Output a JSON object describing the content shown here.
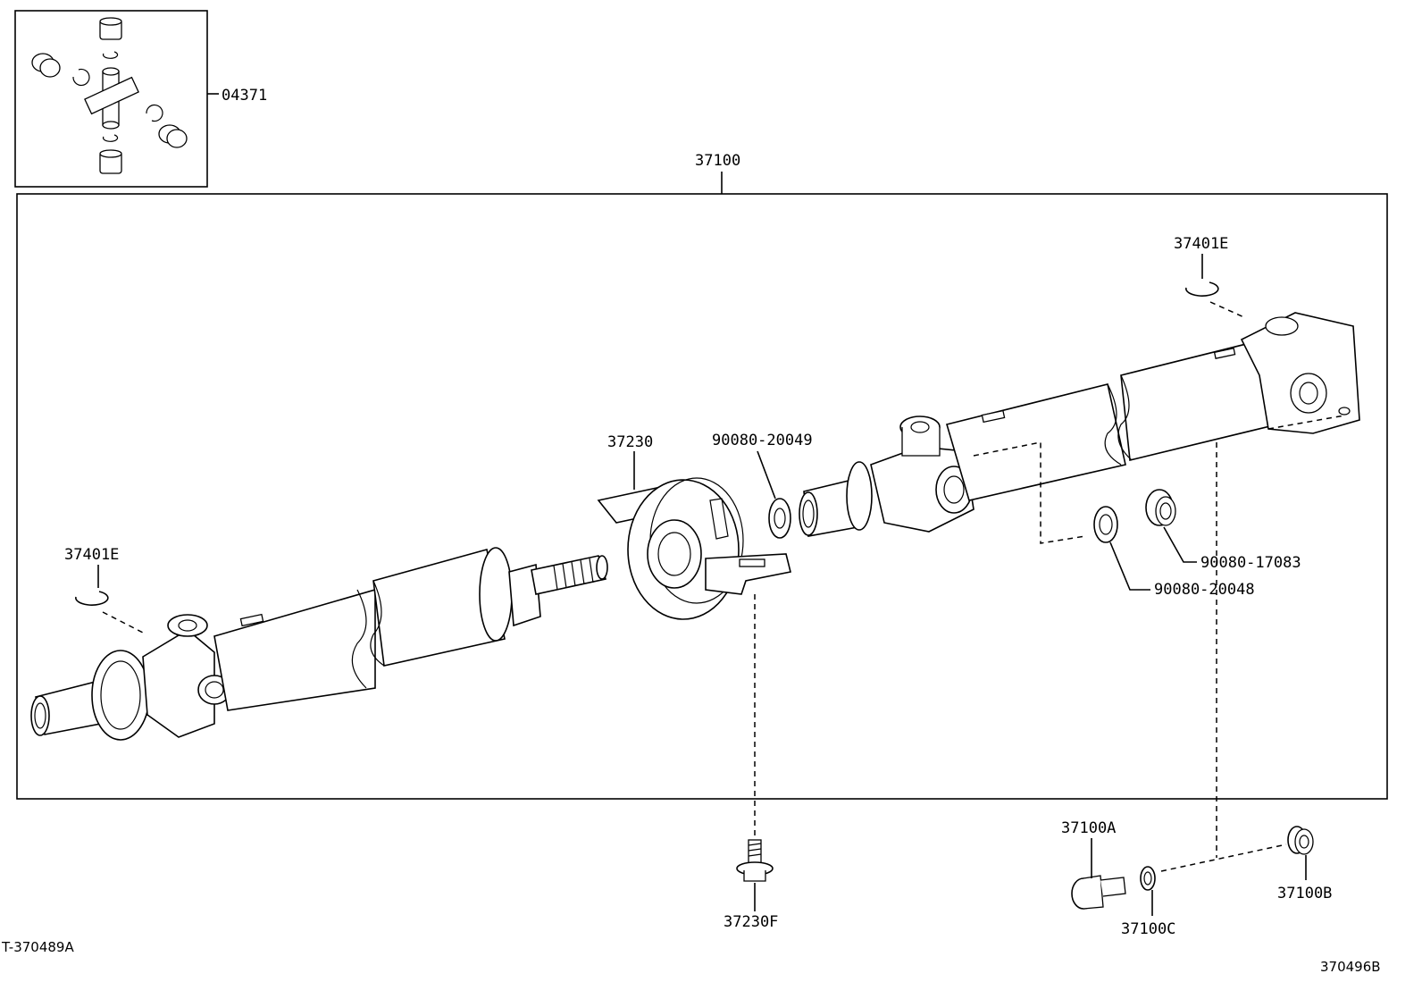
{
  "labels": {
    "p04371": "04371",
    "p37100": "37100",
    "p37401E_top": "37401E",
    "p37401E_left": "37401E",
    "p37230": "37230",
    "p90080_20049": "90080-20049",
    "p90080_17083": "90080-17083",
    "p90080_20048": "90080-20048",
    "p37100A": "37100A",
    "p37230F": "37230F",
    "p37100C": "37100C",
    "p37100B": "37100B"
  },
  "footer": {
    "left_code": "T-370489A",
    "right_code": "370496B"
  }
}
